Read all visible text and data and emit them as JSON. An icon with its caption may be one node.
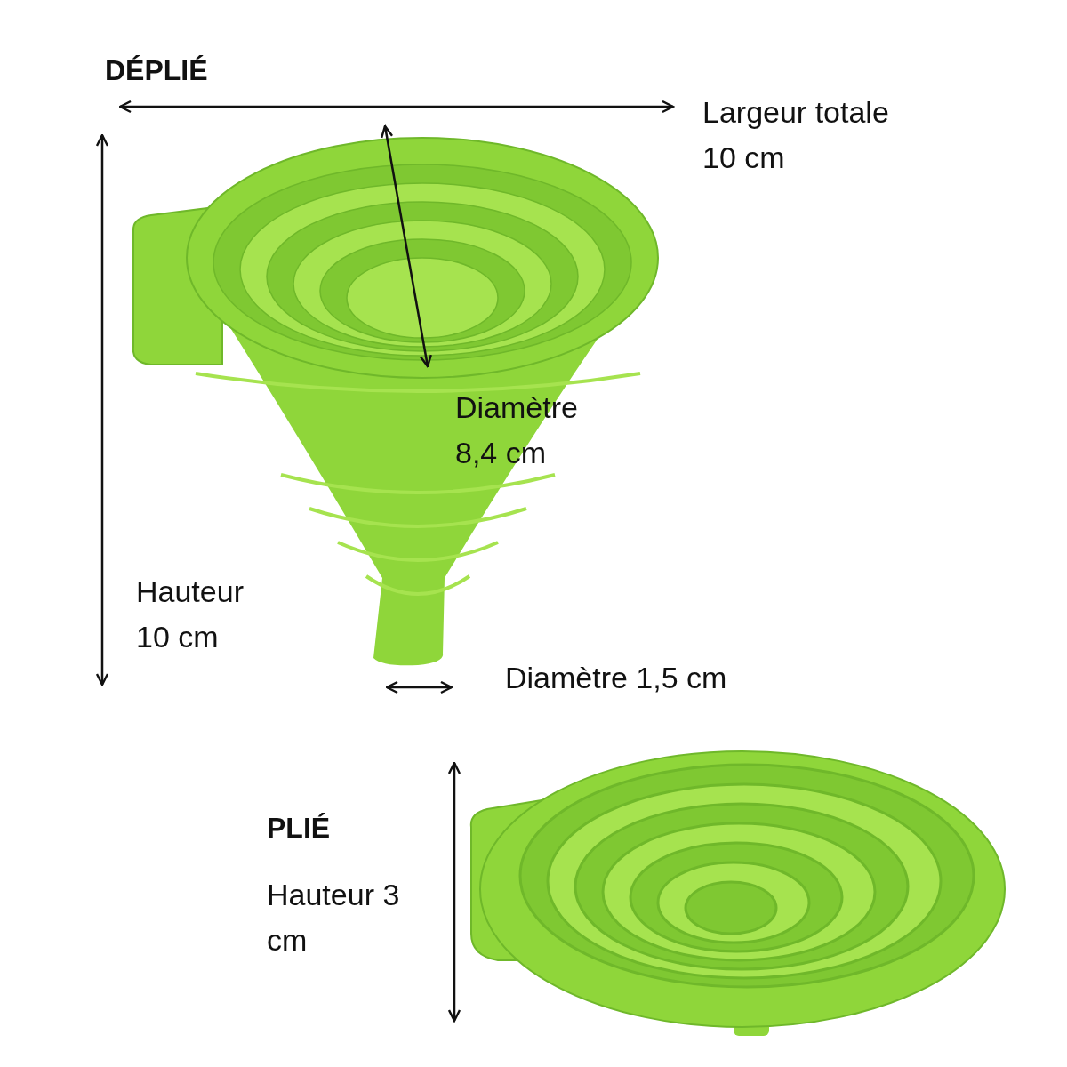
{
  "diagram": {
    "labels": [
      "DÉPLIÉ",
      "Largeur totale 10 cm",
      "Diamètre 8,4 cm",
      "Hauteur 10 cm",
      "Diamètre 1,5 cm",
      "PLIÉ",
      "Hauteur 3 cm"
    ]
  }
}
